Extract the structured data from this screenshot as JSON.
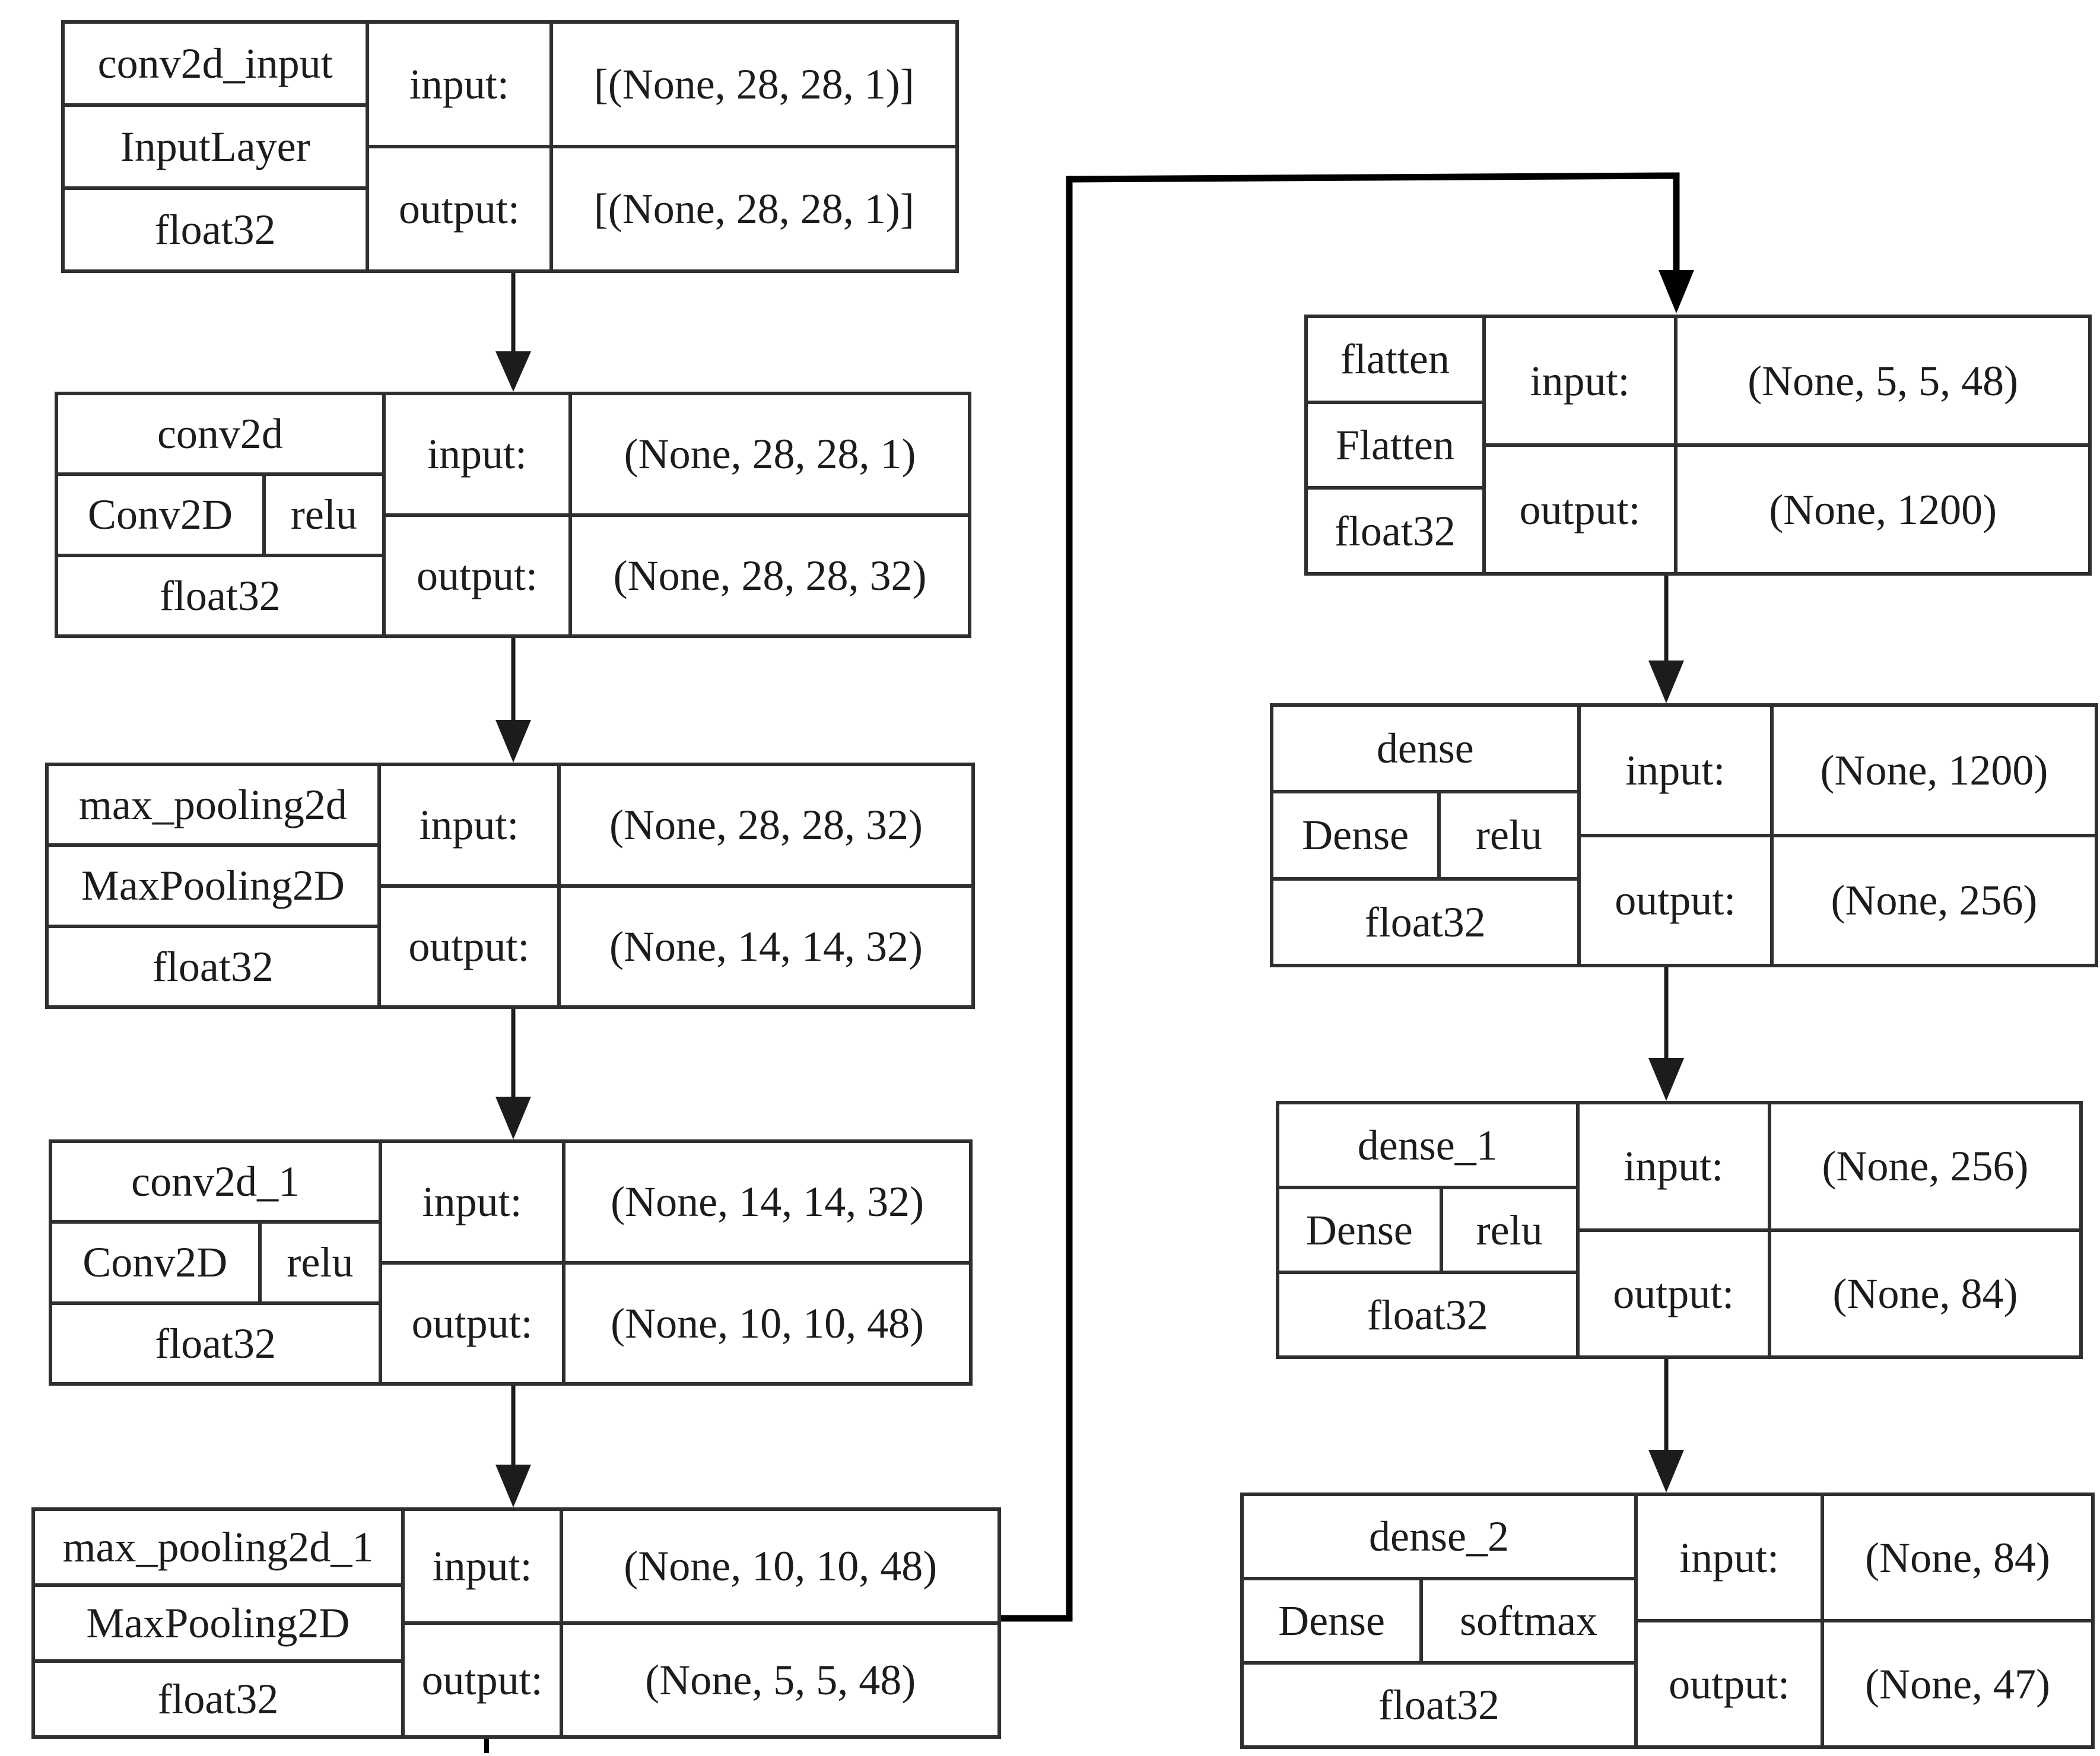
{
  "diagram": {
    "type": "neural-network-layer-graph",
    "labels": {
      "input": "input:",
      "output": "output:"
    },
    "colors": {
      "background": "#ffffff",
      "box_line": "#2f2f2f",
      "text": "#1c1c1c",
      "edge_line": "#000000"
    },
    "layers": [
      {
        "name": "conv2d_input",
        "class_name": "InputLayer",
        "activation": null,
        "dtype": "float32",
        "input_shape": "[(None, 28, 28, 1)]",
        "output_shape": "[(None, 28, 28, 1)]"
      },
      {
        "name": "conv2d",
        "class_name": "Conv2D",
        "activation": "relu",
        "dtype": "float32",
        "input_shape": "(None, 28, 28, 1)",
        "output_shape": "(None, 28, 28, 32)"
      },
      {
        "name": "max_pooling2d",
        "class_name": "MaxPooling2D",
        "activation": null,
        "dtype": "float32",
        "input_shape": "(None, 28, 28, 32)",
        "output_shape": "(None, 14, 14, 32)"
      },
      {
        "name": "conv2d_1",
        "class_name": "Conv2D",
        "activation": "relu",
        "dtype": "float32",
        "input_shape": "(None, 14, 14, 32)",
        "output_shape": "(None, 10, 10, 48)"
      },
      {
        "name": "max_pooling2d_1",
        "class_name": "MaxPooling2D",
        "activation": null,
        "dtype": "float32",
        "input_shape": "(None, 10, 10, 48)",
        "output_shape": "(None, 5, 5, 48)"
      },
      {
        "name": "flatten",
        "class_name": "Flatten",
        "activation": null,
        "dtype": "float32",
        "input_shape": "(None, 5, 5, 48)",
        "output_shape": "(None, 1200)"
      },
      {
        "name": "dense",
        "class_name": "Dense",
        "activation": "relu",
        "dtype": "float32",
        "input_shape": "(None, 1200)",
        "output_shape": "(None, 256)"
      },
      {
        "name": "dense_1",
        "class_name": "Dense",
        "activation": "relu",
        "dtype": "float32",
        "input_shape": "(None, 256)",
        "output_shape": "(None, 84)"
      },
      {
        "name": "dense_2",
        "class_name": "Dense",
        "activation": "softmax",
        "dtype": "float32",
        "input_shape": "(None, 84)",
        "output_shape": "(None, 47)"
      }
    ],
    "edges": [
      [
        "conv2d_input",
        "conv2d"
      ],
      [
        "conv2d",
        "max_pooling2d"
      ],
      [
        "max_pooling2d",
        "conv2d_1"
      ],
      [
        "conv2d_1",
        "max_pooling2d_1"
      ],
      [
        "max_pooling2d_1",
        "flatten"
      ],
      [
        "flatten",
        "dense"
      ],
      [
        "dense",
        "dense_1"
      ],
      [
        "dense_1",
        "dense_2"
      ]
    ]
  }
}
